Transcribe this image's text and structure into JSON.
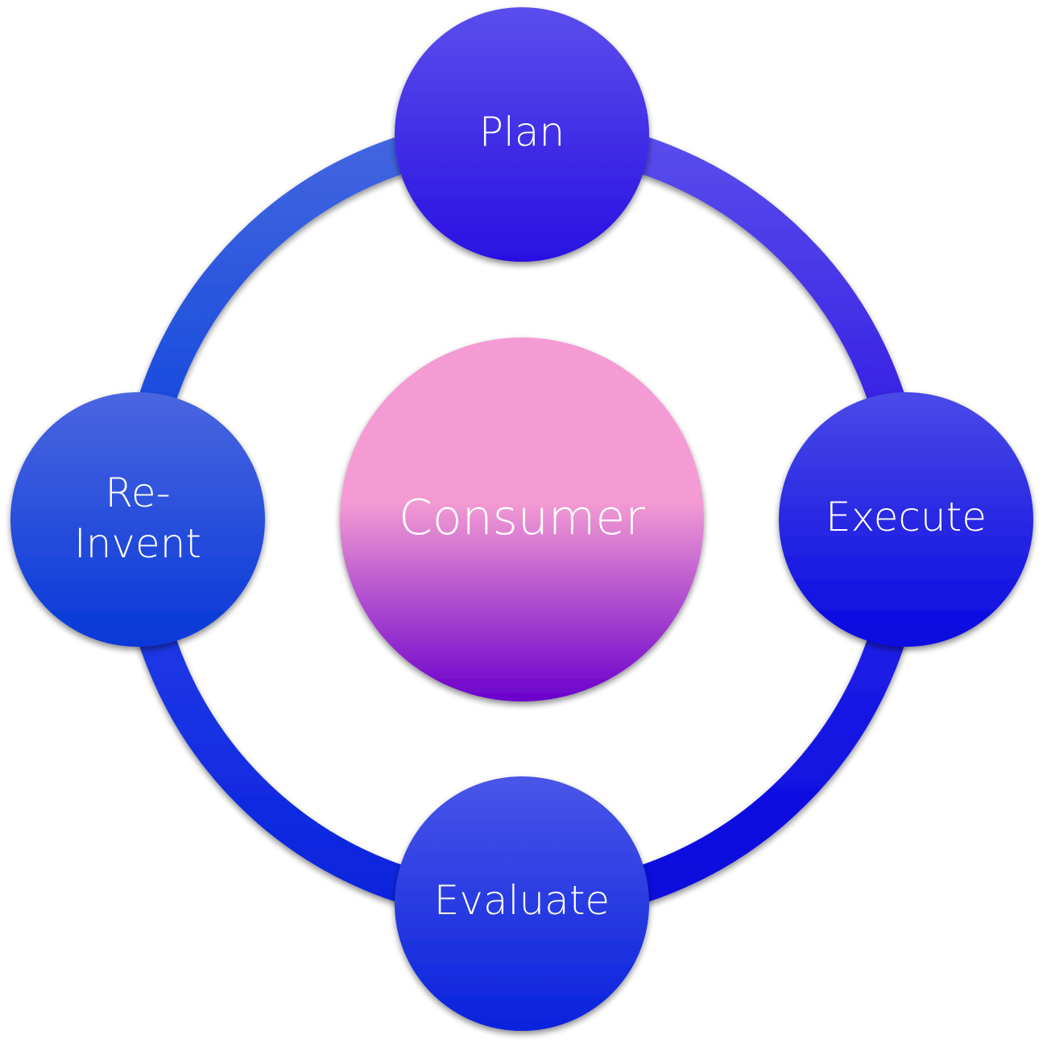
{
  "diagram": {
    "center": {
      "label": "Consumer"
    },
    "nodes": [
      {
        "id": "plan",
        "lines": [
          "Plan"
        ]
      },
      {
        "id": "execute",
        "lines": [
          "Execute"
        ]
      },
      {
        "id": "evaluate",
        "lines": [
          "Evaluate"
        ]
      },
      {
        "id": "re-invent",
        "lines": [
          "Re-",
          "Invent"
        ]
      }
    ],
    "colors": {
      "background": "#ffffff",
      "text": "#ffffff",
      "plan_top": "#5a4eec",
      "plan_bottom": "#2a10e2",
      "execute_top": "#4a4ae8",
      "execute_bottom": "#0808e0",
      "evaluate_top": "#4a55e8",
      "evaluate_bottom": "#0822dc",
      "reinvent_top": "#4a66e0",
      "reinvent_bottom": "#0838d8",
      "consumer_top": "#f49bd3",
      "consumer_mid": "#f49bd3",
      "consumer_bottom": "#6a00cc",
      "arc_tl_top": "#4668e0",
      "arc_tl_bottom": "#0840dc",
      "arc_tr_top": "#5c50ec",
      "arc_tr_bottom": "#2a10e2",
      "arc_br_top": "#2828ec",
      "arc_br_bottom": "#0606dc",
      "arc_bl_top": "#2a40ea",
      "arc_bl_bottom": "#0622dc"
    }
  }
}
